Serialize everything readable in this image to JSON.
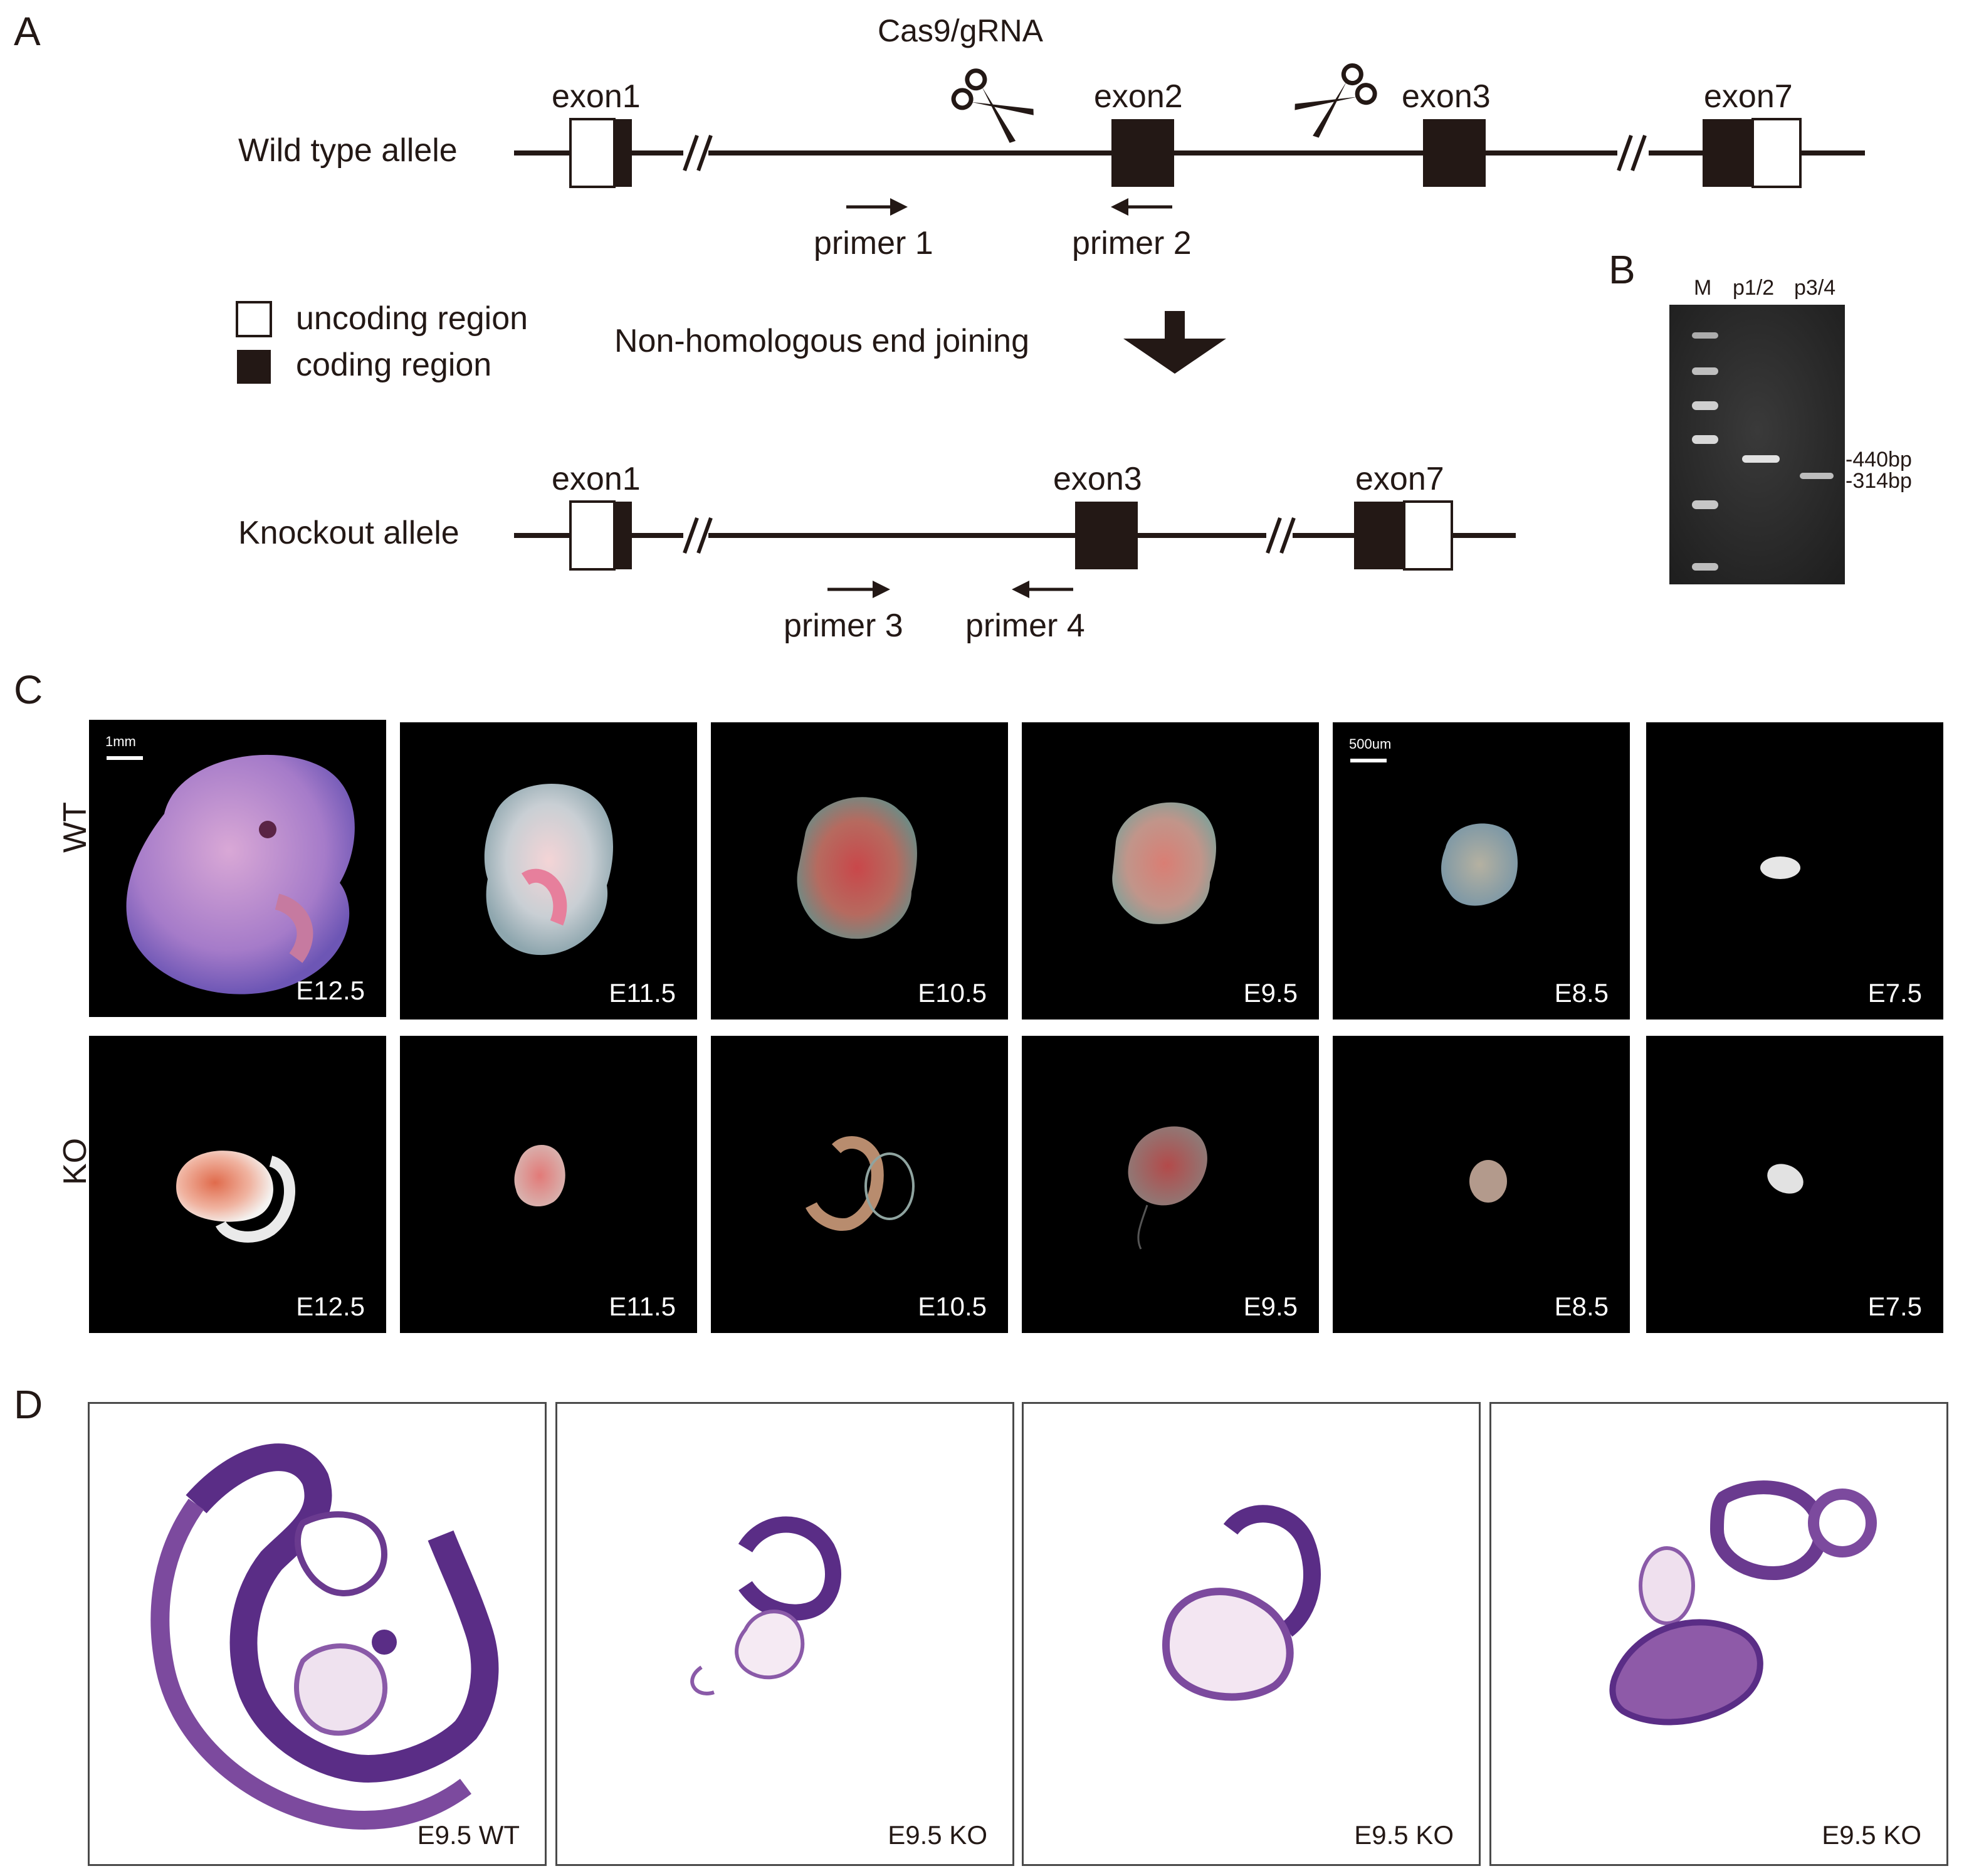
{
  "panels": {
    "a": "A",
    "b": "B",
    "c": "C",
    "d": "D"
  },
  "panel_a": {
    "cas9": "Cas9/gRNA",
    "wt_allele": "Wild type allele",
    "ko_allele": "Knockout allele",
    "exons_wt": [
      "exon1",
      "exon2",
      "exon3",
      "exon7"
    ],
    "exons_ko": [
      "exon1",
      "exon3",
      "exon7"
    ],
    "primers": [
      "primer 1",
      "primer 2",
      "primer 3",
      "primer 4"
    ],
    "legend": {
      "uncoding": "uncoding region",
      "coding": "coding region"
    },
    "nhej": "Non-homologous end joining"
  },
  "panel_b": {
    "lanes": [
      "M",
      "p1/2",
      "p3/4"
    ],
    "bands": [
      "-440bp",
      "-314bp"
    ]
  },
  "panel_c": {
    "rows": [
      "WT",
      "KO"
    ],
    "stages": [
      "E12.5",
      "E11.5",
      "E10.5",
      "E9.5",
      "E8.5",
      "E7.5"
    ],
    "scalebars": [
      "1mm",
      "500um"
    ]
  },
  "panel_d": {
    "captions": [
      "E9.5 WT",
      "E9.5 KO",
      "E9.5 KO",
      "E9.5 KO"
    ]
  },
  "colors": {
    "ink": "#231815",
    "photo_bg": "#000000",
    "gel_bg": "#2b2b2b",
    "stain": "#5a2d86"
  }
}
